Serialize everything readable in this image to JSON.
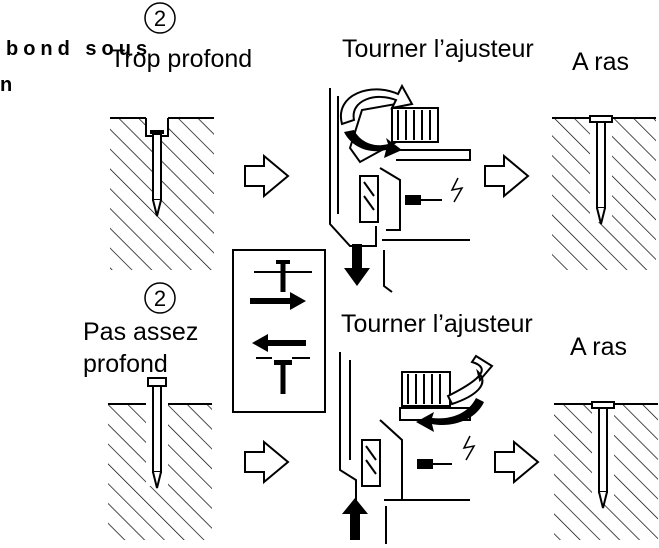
{
  "header": {
    "cut_text_line1": "bond sous",
    "cut_text_line2": "n"
  },
  "top_row": {
    "step_number": "2",
    "condition_label": "Trop profond",
    "action_label": "Tourner l’ajusteur",
    "result_label": "A ras"
  },
  "bottom_row": {
    "step_number": "2",
    "condition_label_line1": "Pas assez",
    "condition_label_line2": "profond",
    "action_label": "Tourner l’ajusteur",
    "result_label": "A ras"
  }
}
